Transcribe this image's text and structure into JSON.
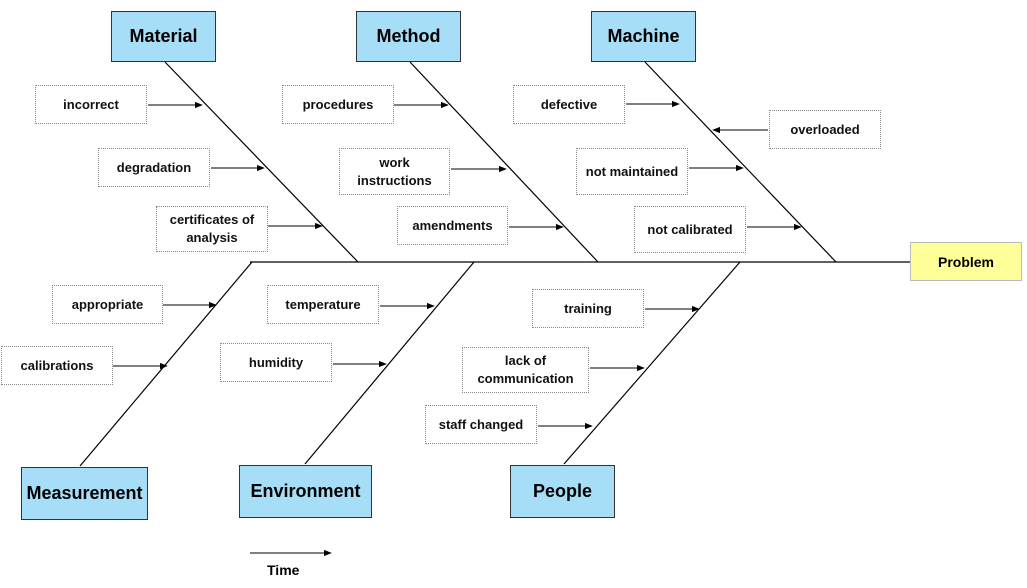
{
  "problem_label": "Problem",
  "time_label": "Time",
  "categories": {
    "material": "Material",
    "method": "Method",
    "machine": "Machine",
    "measurement": "Measurement",
    "environment": "Environment",
    "people": "People"
  },
  "causes": {
    "material": [
      "incorrect",
      "degradation",
      "certificates of analysis"
    ],
    "method": [
      "procedures",
      "work instructions",
      "amendments"
    ],
    "machine": [
      "defective",
      "overloaded",
      "not maintained",
      "not calibrated"
    ],
    "measurement": [
      "appropriate",
      "calibrations"
    ],
    "environment": [
      "temperature",
      "humidity"
    ],
    "people": [
      "training",
      "lack of communication",
      "staff changed"
    ]
  },
  "colors": {
    "category_fill": "#a6ddf7",
    "problem_fill": "#ffff99",
    "line": "#000000"
  }
}
